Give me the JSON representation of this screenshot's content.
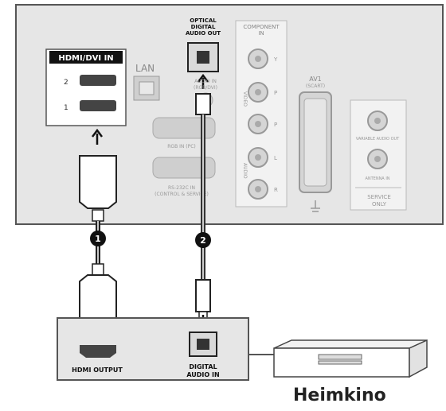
{
  "tv_panel": {
    "hdmi_dvi_in": "HDMI/DVI IN",
    "hdmi_port_2": "2",
    "hdmi_port_1": "1",
    "lan": "LAN",
    "optical_out_line1": "OPTICAL",
    "optical_out_line2": "DIGITAL",
    "optical_out_line3": "AUDIO OUT",
    "audio_in_line1": "AUDIO IN",
    "audio_in_line2": "(RGB/DVI)",
    "component_line1": "COMPONENT",
    "component_line2": "IN",
    "comp_y": "Y",
    "comp_pb": "P",
    "comp_pr": "P",
    "comp_video": "VIDEO",
    "comp_audio": "AUDIO",
    "comp_l": "L",
    "comp_r": "R",
    "rgb_in": "RGB IN (PC)",
    "rs232c_line1": "RS-232C IN",
    "rs232c_line2": "(CONTROL & SERVICE)",
    "av1": "AV1",
    "av1_sub": "(SCART)",
    "variable_audio_out": "VARIABLE AUDIO OUT",
    "antenna_in": "ANTENNA IN",
    "service_line1": "SERVICE",
    "service_line2": "ONLY"
  },
  "steps": {
    "step1": "1",
    "step2": "2"
  },
  "device": {
    "hdmi_output": "HDMI OUTPUT",
    "digital_audio_in_line1": "DIGITAL",
    "digital_audio_in_line2": "AUDIO IN",
    "name": "Heimkino"
  }
}
